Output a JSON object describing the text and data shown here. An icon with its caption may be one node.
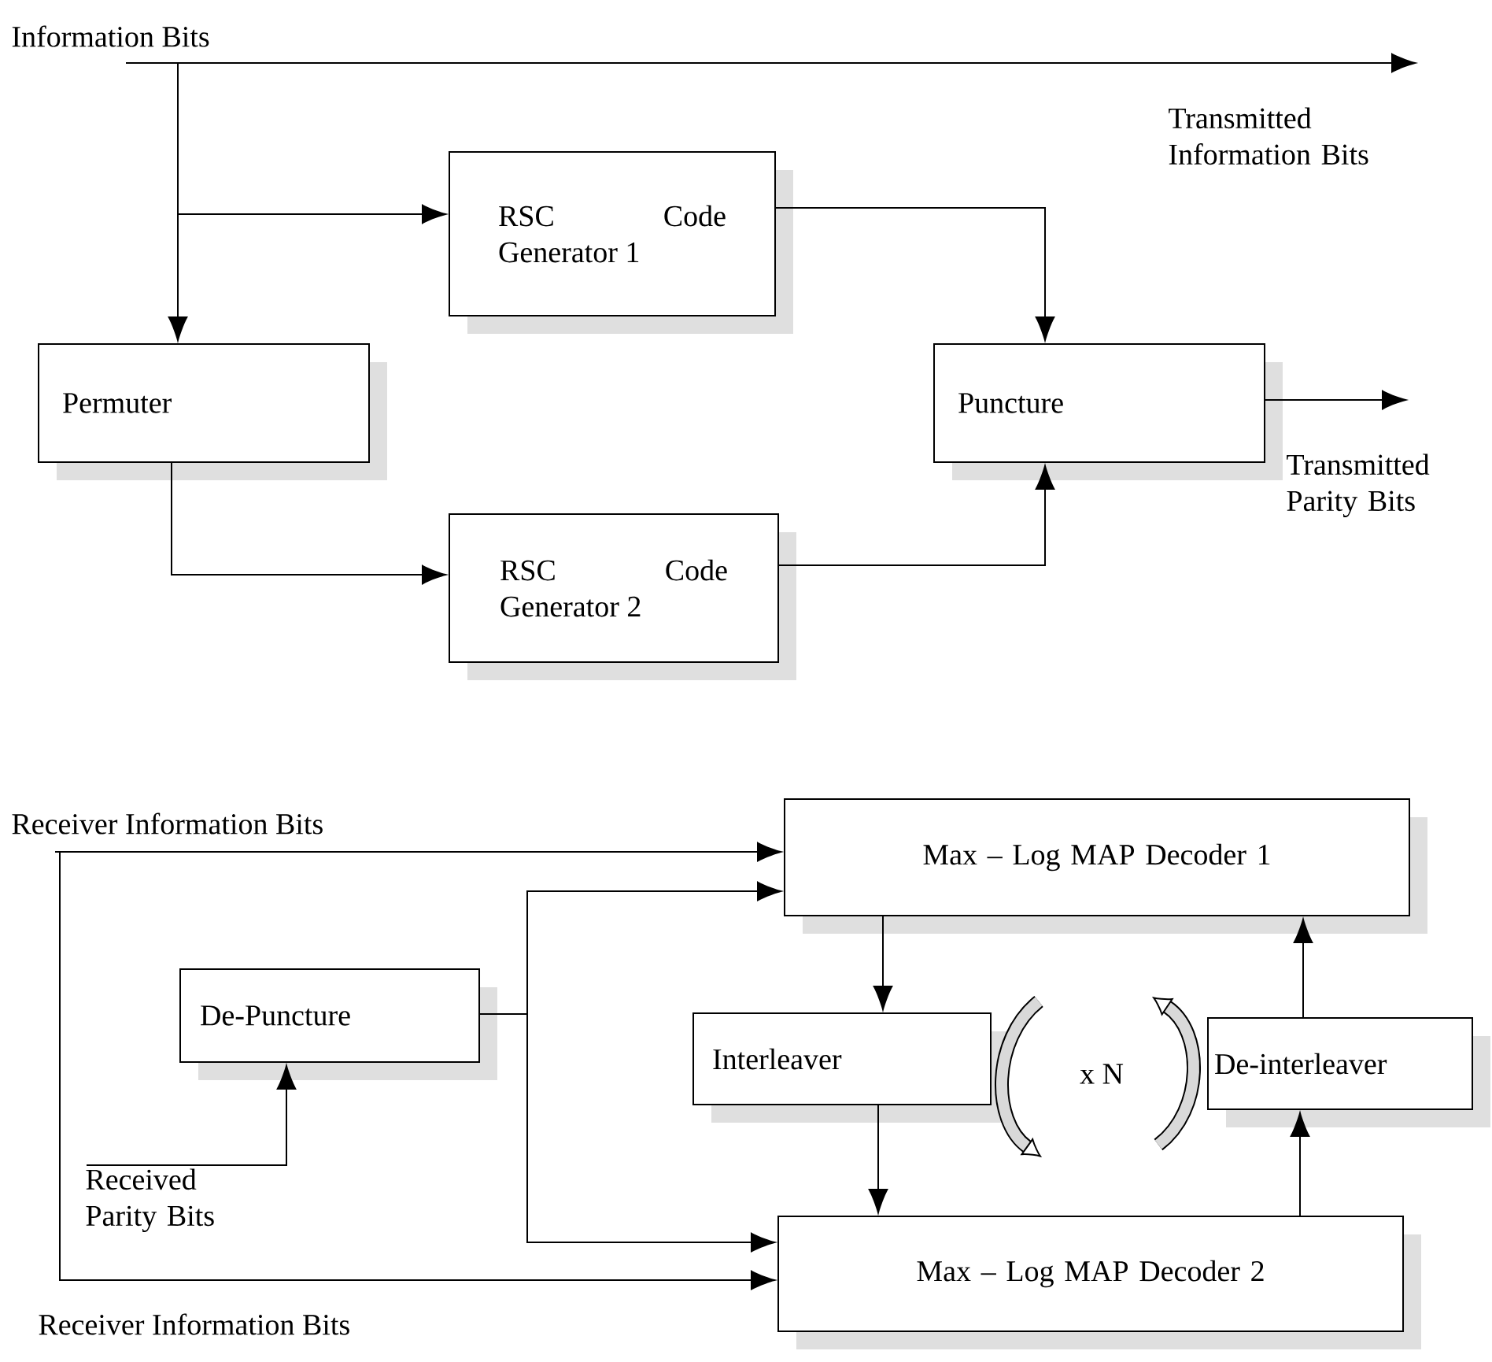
{
  "diagram": {
    "nodes": [
      {
        "text": [
          "Information Bits"
        ]
      },
      {
        "text": [
          "RSC Code Generator 1"
        ]
      },
      {
        "text": [
          "Permuter"
        ]
      },
      {
        "text": [
          "Puncture"
        ]
      },
      {
        "text": [
          "RSC Code Generator 2"
        ]
      },
      {
        "text": [
          "Receiver Information Bits"
        ]
      },
      {
        "text": [
          "Max – Log MAP Decoder 1"
        ]
      },
      {
        "text": [
          "De-Puncture"
        ]
      },
      {
        "text": [
          "Interleaver"
        ]
      },
      {
        "text": [
          "De-interleaver"
        ]
      },
      {
        "text": [
          "Received Parity Bits"
        ]
      },
      {
        "text": [
          "Max – Log MAP Decoder 2"
        ]
      }
    ],
    "edges": [
      {
        "from": 0,
        "to": null,
        "arrow": "to"
      },
      {
        "from": 0,
        "to": 1,
        "arrow": "to"
      },
      {
        "from": 0,
        "to": 2,
        "arrow": "to"
      },
      {
        "from": 1,
        "to": 3,
        "arrow": "to"
      },
      {
        "from": 2,
        "to": 4,
        "arrow": "to"
      },
      {
        "from": 4,
        "to": 3,
        "arrow": "to"
      },
      {
        "from": 3,
        "to": null,
        "arrow": "to"
      },
      {
        "from": 5,
        "to": 6,
        "arrow": "to"
      },
      {
        "from": 5,
        "to": 11,
        "arrow": "to"
      },
      {
        "from": 7,
        "to": 6,
        "arrow": "to"
      },
      {
        "from": 7,
        "to": 11,
        "arrow": "to"
      },
      {
        "from": 10,
        "to": 7,
        "arrow": "to"
      },
      {
        "from": 6,
        "to": 8,
        "arrow": "to"
      },
      {
        "from": 8,
        "to": 11,
        "arrow": "to"
      },
      {
        "from": 11,
        "to": 9,
        "arrow": "to"
      },
      {
        "from": 9,
        "to": 6,
        "arrow": "to"
      }
    ],
    "labels": [
      "Transmitted Information Bits",
      "Transmitted Parity Bits",
      "x N",
      "Receiver Information Bits"
    ]
  }
}
